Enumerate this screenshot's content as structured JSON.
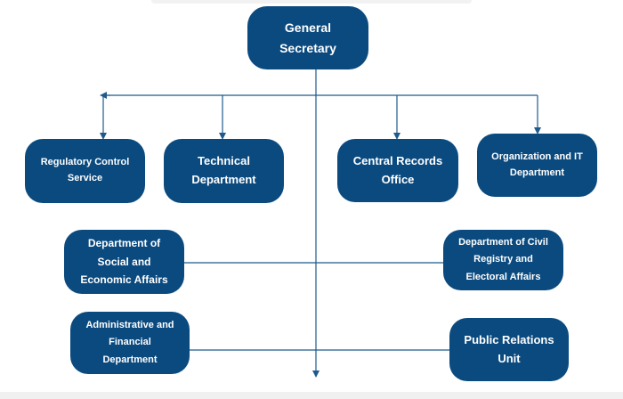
{
  "colors": {
    "box": "#0b4a7f",
    "line": "#1f5a8c",
    "text": "#ffffff"
  },
  "nodes": {
    "general_secretary": "General\nSecretary",
    "regulatory_control": "Regulatory Control\nService",
    "technical": "Technical\nDepartment",
    "central_records": "Central Records\nOffice",
    "organization_it": "Organization and IT\nDepartment",
    "social_economic": "Department of\nSocial and\nEconomic Affairs",
    "civil_registry": "Department of Civil\nRegistry and\nElectoral Affairs",
    "admin_financial": "Administrative and\nFinancial\nDepartment",
    "public_relations": "Public Relations\nUnit"
  }
}
